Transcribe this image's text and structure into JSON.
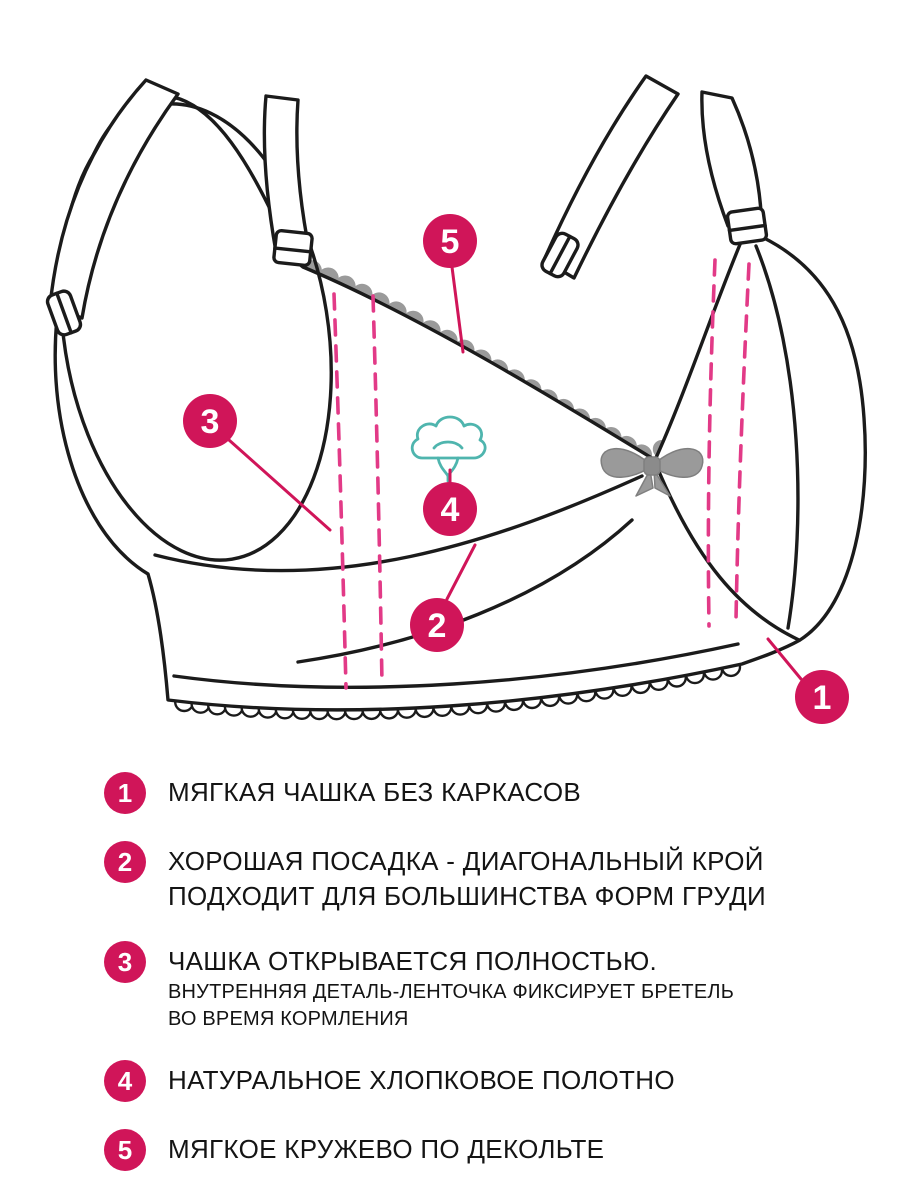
{
  "colors": {
    "accent": "#d01559",
    "dash": "#e23a87",
    "lace": "#9a9a9a",
    "teal": "#4fb5ae",
    "line": "#1b1b1b"
  },
  "diagram": {
    "callouts": [
      {
        "number": "1"
      },
      {
        "number": "2"
      },
      {
        "number": "3"
      },
      {
        "number": "4"
      },
      {
        "number": "5"
      }
    ]
  },
  "legend": {
    "items": [
      {
        "number": "1",
        "lines": [
          "МЯГКАЯ ЧАШКА БЕЗ КАРКАСОВ"
        ],
        "sub": []
      },
      {
        "number": "2",
        "lines": [
          "ХОРОШАЯ ПОСАДКА - ДИАГОНАЛЬНЫЙ КРОЙ",
          "ПОДХОДИТ ДЛЯ БОЛЬШИНСТВА ФОРМ ГРУДИ"
        ],
        "sub": []
      },
      {
        "number": "3",
        "lines": [
          "ЧАШКА ОТКРЫВАЕТСЯ ПОЛНОСТЬЮ."
        ],
        "sub": [
          "ВНУТРЕННЯЯ ДЕТАЛЬ-ЛЕНТОЧКА ФИКСИРУЕТ БРЕТЕЛЬ",
          "ВО ВРЕМЯ КОРМЛЕНИЯ"
        ]
      },
      {
        "number": "4",
        "lines": [
          "НАТУРАЛЬНОЕ ХЛОПКОВОЕ ПОЛОТНО"
        ],
        "sub": []
      },
      {
        "number": "5",
        "lines": [
          "МЯГКОЕ КРУЖЕВО ПО ДЕКОЛЬТЕ"
        ],
        "sub": []
      }
    ]
  }
}
